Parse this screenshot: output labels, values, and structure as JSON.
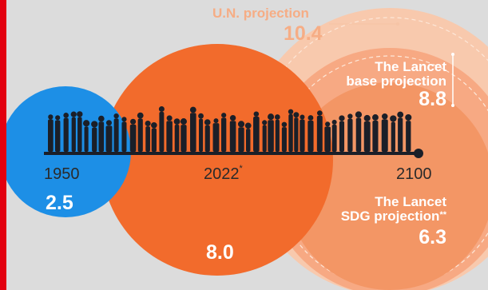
{
  "colors": {
    "frame_red": "#e3000f",
    "blue": "#1d8fe6",
    "orange": "#f26b2c",
    "un_ring": "#f8c9ad",
    "lancet_base": "#f7a983",
    "lancet_sdg": "#f39665",
    "silhouette": "#1b1f28"
  },
  "timeline": {
    "year_1950": "1950",
    "year_2022": "2022",
    "year_2022_mark": "*",
    "year_2100": "2100"
  },
  "values": {
    "v1950": "2.5",
    "v2022": "8.0"
  },
  "projections": {
    "un_label": "U.N. projection",
    "un_value": "10.4",
    "lancet_base_line1": "The Lancet",
    "lancet_base_line2": "base projection",
    "lancet_base_value": "8.8",
    "lancet_sdg_line1": "The Lancet",
    "lancet_sdg_line2": "SDG projection",
    "lancet_sdg_mark": "**",
    "lancet_sdg_value": "6.3"
  },
  "icons": {
    "crowd": "people-silhouettes-icon"
  }
}
